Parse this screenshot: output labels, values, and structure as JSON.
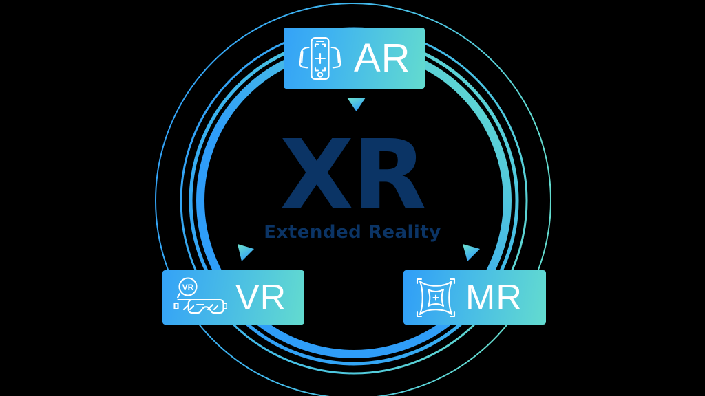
{
  "diagram": {
    "title": "XR",
    "subtitle": "Extended Reality",
    "center_color": "#0b3465",
    "background_color": "#000000",
    "nodes": [
      {
        "id": "ar",
        "label": "AR",
        "icon": "phone-ar-tracking-icon",
        "position": "top",
        "gradient_from": "#34a2f7",
        "gradient_to": "#63dbcf"
      },
      {
        "id": "vr",
        "label": "VR",
        "icon": "vr-headset-icon",
        "position": "bottom-left",
        "gradient_from": "#34a2f7",
        "gradient_to": "#63dbcf"
      },
      {
        "id": "mr",
        "label": "MR",
        "icon": "mixed-reality-frame-icon",
        "position": "bottom-right",
        "gradient_from": "#2f9df8",
        "gradient_to": "#63dbcf"
      }
    ],
    "connectors": [
      {
        "id": "arrow-ar",
        "direction": "down",
        "color_from": "#63dbcf",
        "color_to": "#2f9df8"
      },
      {
        "id": "arrow-vr",
        "direction": "down-left",
        "color_from": "#63dbcf",
        "color_to": "#2f9df8"
      },
      {
        "id": "arrow-mr",
        "direction": "down-right",
        "color_from": "#63dbcf",
        "color_to": "#2f9df8"
      }
    ],
    "rings": [
      {
        "id": "ring-outer",
        "radius": 287,
        "thickness": 2,
        "color_from": "#2f9df8",
        "color_to": "#63dbcf"
      },
      {
        "id": "ring-second",
        "radius": 251,
        "thickness": 3,
        "color_from": "#2f9df8",
        "color_to": "#63dbcf"
      },
      {
        "id": "ring-third",
        "radius": 237,
        "thickness": 5,
        "color_from": "#2f9df8",
        "color_to": "#63dbcf"
      },
      {
        "id": "ring-inner-thick",
        "radius": 223,
        "thickness": 12,
        "color_from": "#2f9df8",
        "color_to": "#63dbcf"
      }
    ]
  }
}
